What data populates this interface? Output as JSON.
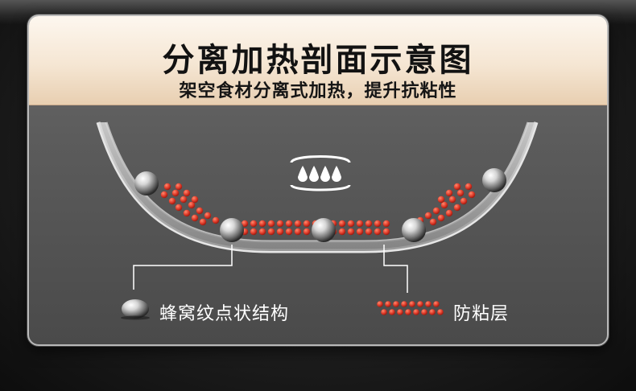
{
  "header": {
    "title": "分离加热剖面示意图",
    "subtitle": "架空食材分离式加热，提升抗粘性"
  },
  "legend": {
    "honeycomb_label": "蜂窝纹点状结构",
    "coating_label": "防粘层"
  },
  "colors": {
    "coating_dot": "#e03b2a",
    "header_top": "#fdf7ef",
    "header_bottom": "#e8cfb1",
    "panel": "#5b5b5b"
  },
  "icons": {
    "steam": "water-drops-icon",
    "honeycomb": "steel-bead-icon",
    "coating": "red-dots-icon"
  }
}
